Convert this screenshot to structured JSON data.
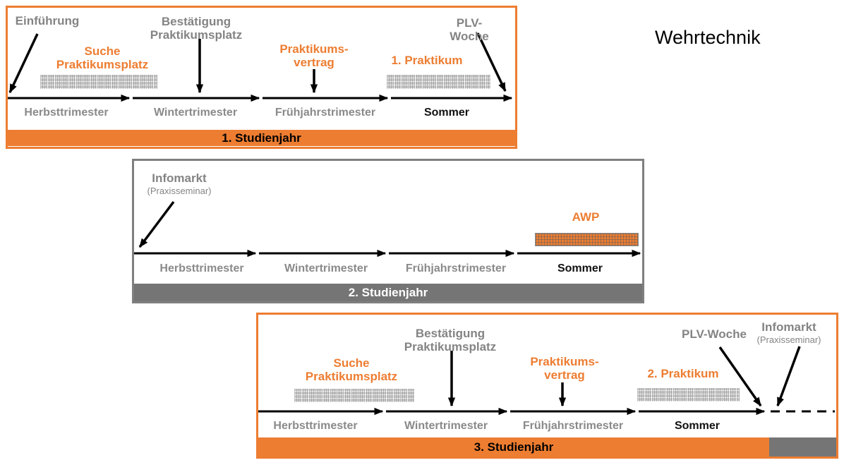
{
  "title": "Wehrtechnik",
  "colors": {
    "orange": "#ED7D31",
    "gray_text": "#848484",
    "gray_band": "#757575",
    "black": "#000000"
  },
  "trimesters": [
    "Herbsttrimester",
    "Wintertrimester",
    "Frühjahrstrimester",
    "Sommer"
  ],
  "years": [
    {
      "label": "1. Studienjahr",
      "events": {
        "einfuehrung": "Einführung",
        "suche": "Suche\nPraktikumsplatz",
        "bestaetigung": "Bestätigung\nPraktikumsplatz",
        "vertrag": "Praktikums-\nvertrag",
        "praktikum": "1. Praktikum",
        "plv": "PLV-Woche"
      }
    },
    {
      "label": "2. Studienjahr",
      "events": {
        "infomarkt": "Infomarkt",
        "praxisseminar": "(Praxisseminar)",
        "awp": "AWP"
      }
    },
    {
      "label": "3. Studienjahr",
      "events": {
        "suche": "Suche\nPraktikumsplatz",
        "bestaetigung": "Bestätigung\nPraktikumsplatz",
        "vertrag": "Praktikums-\nvertrag",
        "praktikum": "2. Praktikum",
        "plv": "PLV-Woche",
        "infomarkt": "Infomarkt",
        "praxisseminar": "(Praxisseminar)"
      }
    }
  ]
}
